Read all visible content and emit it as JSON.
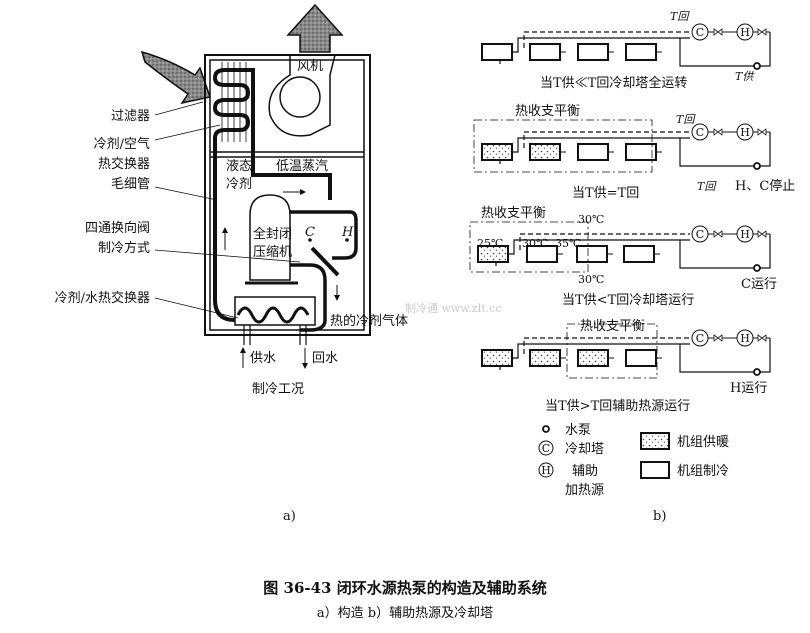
{
  "figure": {
    "number_and_title": "图 36-43   闭环水源热泵的构造及辅助系统",
    "subtitle": "a）构造   b）辅助热源及冷却塔"
  },
  "panel_a": {
    "label": "a)",
    "fan": "风机",
    "labels": {
      "filter": "过滤器",
      "refrigerant_air_hx_1": "冷剂/空气",
      "refrigerant_air_hx_2": "热交换器",
      "capillary": "毛细管",
      "four_way_valve_1": "四通换向阀",
      "four_way_valve_2": "制冷方式",
      "refrigerant_water_hx": "冷剂/水热交换器",
      "liquid_refrigerant_1": "液态",
      "liquid_refrigerant_2": "冷剂",
      "low_temp_vapor": "低温蒸汽",
      "compressor_1": "全封闭",
      "compressor_2": "压缩机",
      "port_c": "C",
      "port_h": "H",
      "hot_gas": "热的冷剂气体",
      "supply_water": "供水",
      "return_water": "回水",
      "mode": "制冷工况"
    }
  },
  "panel_b": {
    "label": "b)",
    "scenarios": [
      {
        "condition": "当T供≪T回冷却塔全运转",
        "t_return": "T回",
        "t_supply": "T供",
        "units": [
          "cool",
          "cool",
          "cool",
          "cool"
        ]
      },
      {
        "balance": "热收支平衡",
        "condition": "当T供=T回",
        "t_return_top": "T回",
        "t_return_bottom": "T回",
        "status": "H、C停止",
        "units": [
          "heat",
          "heat",
          "cool",
          "cool"
        ]
      },
      {
        "balance": "热收支平衡",
        "condition": "当T供<T回冷却塔运行",
        "temps": [
          "25℃",
          "30℃",
          "35℃",
          "30℃",
          "30℃"
        ],
        "status": "C运行",
        "units": [
          "heat",
          "cool",
          "cool",
          "cool"
        ]
      },
      {
        "balance": "热收支平衡",
        "condition": "当T供>T回辅助热源运行",
        "status": "H运行",
        "units": [
          "heat",
          "heat",
          "heat",
          "cool"
        ]
      }
    ],
    "legend": {
      "pump": "水泵",
      "cooling_tower": "冷却塔",
      "aux_heat_1": "辅助",
      "aux_heat_2": "加热源",
      "unit_heating": "机组供暖",
      "unit_cooling": "机组制冷",
      "c_symbol": "C",
      "h_symbol": "H"
    }
  },
  "watermark": "制冷通 www.zlt.cc"
}
